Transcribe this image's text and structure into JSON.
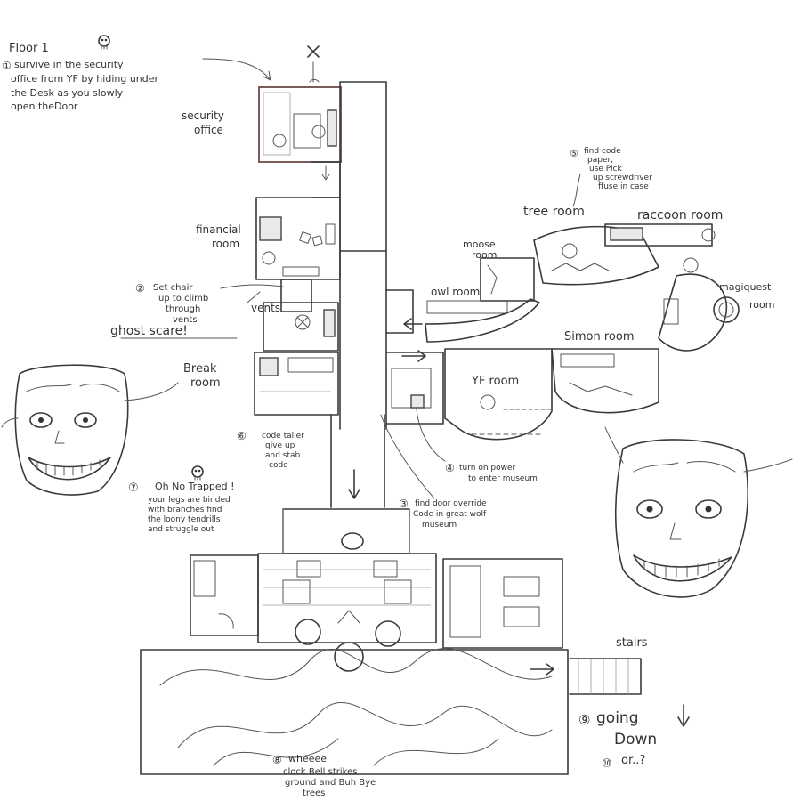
{
  "floor_title": "Floor 1",
  "notes": [
    {
      "num": "①",
      "lines": [
        "survive in the security",
        "office from YF by hiding under",
        "the Desk as you slowly",
        "open theDoor"
      ]
    },
    {
      "num": "②",
      "lines": [
        "Set chair",
        "up to climb",
        "through",
        "vents"
      ]
    },
    {
      "num": "③",
      "lines": [
        "find door override",
        "Code in great wolf",
        "museum"
      ]
    },
    {
      "num": "④",
      "lines": [
        "turn on power",
        "to enter museum"
      ]
    },
    {
      "num": "⑤",
      "lines": [
        "find code",
        "paper,",
        "use Pick",
        "up screwdriver",
        "ffuse in case"
      ]
    },
    {
      "num": "⑥",
      "lines": [
        "code tailer",
        "give up",
        "and stab",
        "code"
      ]
    },
    {
      "num": "⑦",
      "lines": [
        "Oh No Trapped !",
        "your legs are binded",
        "with branches find",
        "the loony tendrills",
        "and struggle out"
      ]
    },
    {
      "num": "⑧",
      "lines": [
        "wheeee",
        "clock Bell strikes",
        "ground and Buh Bye",
        "trees"
      ]
    },
    {
      "num": "⑨",
      "lines": [
        "going",
        "Down"
      ]
    },
    {
      "num": "⑩",
      "lines": [
        "or..?"
      ]
    }
  ],
  "ghost_scare": "ghost scare!",
  "rooms": {
    "security": [
      "security",
      "office"
    ],
    "financial": [
      "financial",
      "room"
    ],
    "vents": "vents",
    "break": [
      "Break",
      "room"
    ],
    "moose": [
      "moose",
      "room"
    ],
    "owl": "owl room",
    "tree": "tree room",
    "raccoon": "raccoon room",
    "magiquest": [
      "magiquest",
      "room"
    ],
    "simon": "Simon room",
    "yf": "YF room",
    "stairs": "stairs"
  },
  "icons": {
    "skull_1": "skull-icon",
    "skull_2": "skull-icon",
    "exit_marker": "x-marker-icon",
    "grinning_face_left": "grinning-face-icon",
    "grinning_face_right": "grinning-face-icon"
  }
}
